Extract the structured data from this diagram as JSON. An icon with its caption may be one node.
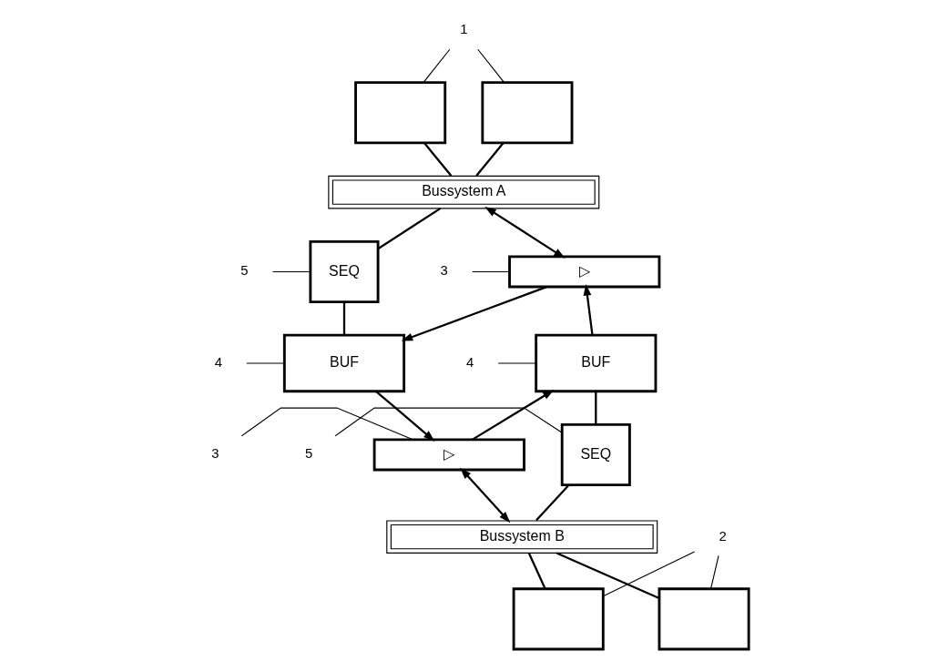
{
  "diagram": {
    "nodes": [
      {
        "text": [],
        "shape": "box"
      },
      {
        "text": [],
        "shape": "box"
      },
      {
        "text": [
          "Bussystem A"
        ]
      },
      {
        "text": [
          "▷"
        ]
      },
      {
        "text": [
          "SEQ"
        ]
      },
      {
        "text": [
          "BUF"
        ]
      },
      {
        "text": [
          "BUF"
        ]
      },
      {
        "text": [
          "SEQ"
        ]
      },
      {
        "text": [
          "▷"
        ]
      },
      {
        "text": [
          "Bussystem B"
        ]
      },
      {
        "text": [],
        "shape": "box"
      },
      {
        "text": [],
        "shape": "box"
      },
      {
        "text": [
          "1"
        ]
      },
      {
        "text": [
          "3"
        ]
      },
      {
        "text": [
          "5"
        ]
      },
      {
        "text": [
          "4"
        ]
      },
      {
        "text": [
          "4"
        ]
      },
      {
        "text": [
          "5"
        ]
      },
      {
        "text": [
          "3"
        ]
      },
      {
        "text": [
          "2"
        ]
      }
    ],
    "edges": [
      {
        "from": 0,
        "to": 2,
        "arrow": "none"
      },
      {
        "from": 1,
        "to": 2,
        "arrow": "none"
      },
      {
        "from": 2,
        "to": 3,
        "arrow": "both"
      },
      {
        "from": 2,
        "to": 4,
        "arrow": "none"
      },
      {
        "from": 5,
        "to": 3,
        "arrow": "to"
      },
      {
        "from": 3,
        "to": 6,
        "arrow": "to"
      },
      {
        "from": 4,
        "to": 6,
        "arrow": "none"
      },
      {
        "from": 7,
        "to": 5,
        "arrow": "none"
      },
      {
        "from": 8,
        "to": 5,
        "arrow": "to"
      },
      {
        "from": 6,
        "to": 8,
        "arrow": "to"
      },
      {
        "from": 7,
        "to": 9,
        "arrow": "none"
      },
      {
        "from": 8,
        "to": 9,
        "arrow": "both"
      },
      {
        "from": 9,
        "to": 10,
        "arrow": "none"
      },
      {
        "from": 9,
        "to": 11,
        "arrow": "none"
      },
      {
        "from": 12,
        "to": 0,
        "arrow": "none"
      },
      {
        "from": 12,
        "to": 1,
        "arrow": "none"
      },
      {
        "from": 13,
        "to": 3,
        "arrow": "none"
      },
      {
        "from": 14,
        "to": 4,
        "arrow": "none"
      },
      {
        "from": 15,
        "to": 6,
        "arrow": "none"
      },
      {
        "from": 16,
        "to": 5,
        "arrow": "none"
      },
      {
        "from": 17,
        "to": 7,
        "arrow": "none"
      },
      {
        "from": 18,
        "to": 8,
        "arrow": "none"
      },
      {
        "from": 19,
        "to": 10,
        "arrow": "none"
      },
      {
        "from": 19,
        "to": 11,
        "arrow": "none"
      }
    ]
  }
}
